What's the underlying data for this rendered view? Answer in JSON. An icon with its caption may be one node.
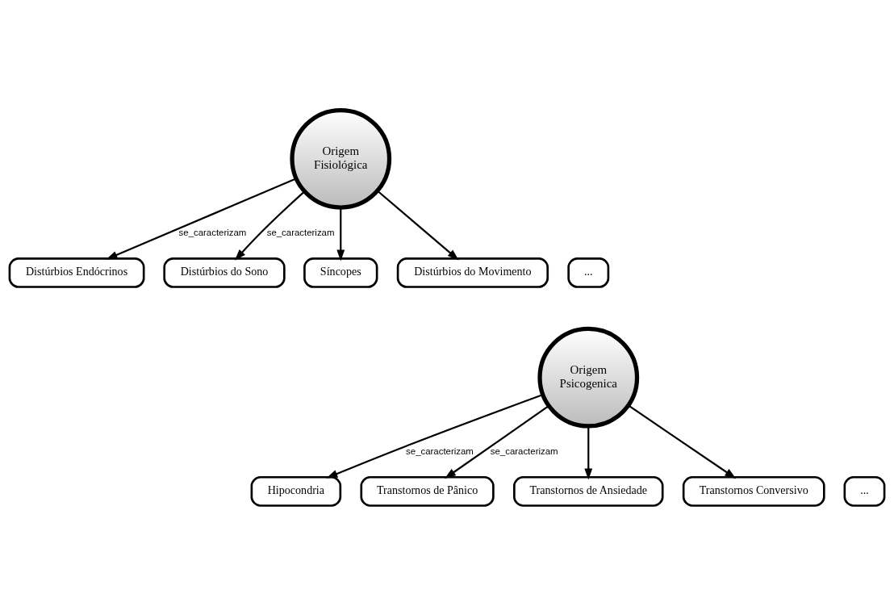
{
  "diagram": {
    "nodes": [
      {
        "text": [
          "Origem Fisiológica"
        ]
      },
      {
        "text": [
          "Distúrbios Endócrinos"
        ]
      },
      {
        "text": [
          "Distúrbios do Sono"
        ]
      },
      {
        "text": [
          "Síncopes"
        ]
      },
      {
        "text": [
          "Distúrbios do Movimento"
        ]
      },
      {
        "text": [
          "..."
        ]
      },
      {
        "text": [
          "Origem Psicogenica"
        ]
      },
      {
        "text": [
          "Hipocondria"
        ]
      },
      {
        "text": [
          "Transtornos de Pânico"
        ]
      },
      {
        "text": [
          "Transtornos de Ansiedade"
        ]
      },
      {
        "text": [
          "Transtornos Conversivo"
        ]
      },
      {
        "text": [
          "..."
        ]
      }
    ],
    "edges": [
      {
        "from": 0,
        "to": 1,
        "arrow": "to",
        "label": "se_caracterizam"
      },
      {
        "from": 0,
        "to": 2,
        "arrow": "to",
        "label": "se_caracterizam"
      },
      {
        "from": 0,
        "to": 3,
        "arrow": "to"
      },
      {
        "from": 0,
        "to": 4,
        "arrow": "to"
      },
      {
        "from": 6,
        "to": 7,
        "arrow": "to",
        "label": "se_caracterizam"
      },
      {
        "from": 6,
        "to": 8,
        "arrow": "to",
        "label": "se_caracterizam"
      },
      {
        "from": 6,
        "to": 9,
        "arrow": "to"
      },
      {
        "from": 6,
        "to": 10,
        "arrow": "to"
      }
    ]
  }
}
